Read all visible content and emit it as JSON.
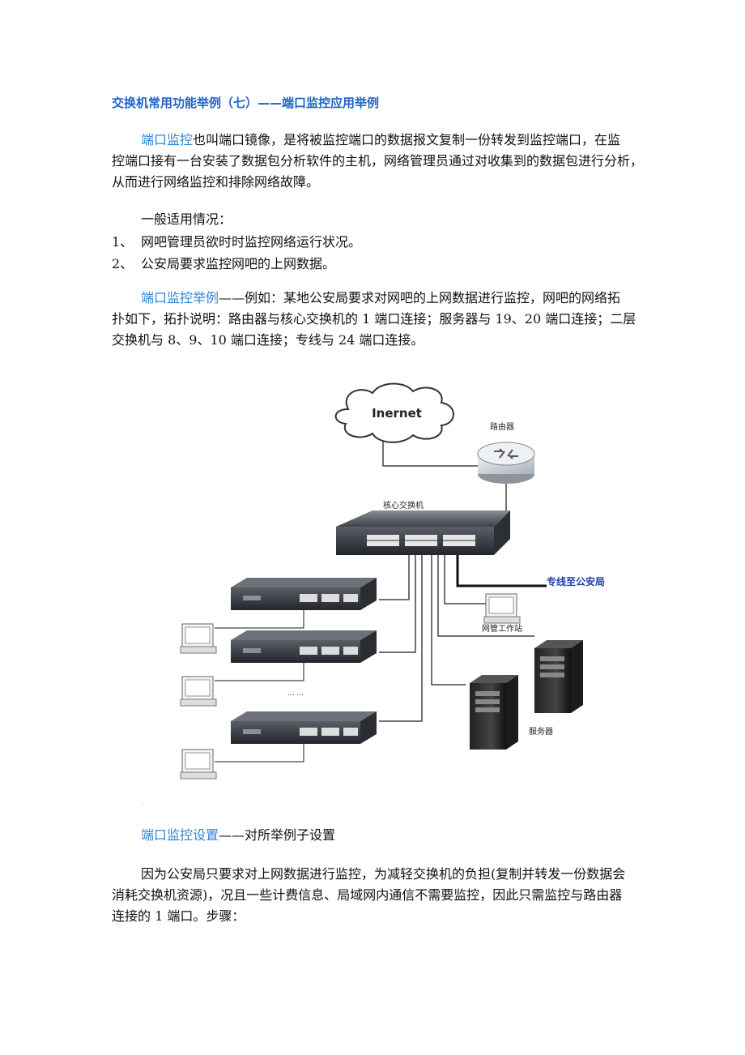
{
  "doc": {
    "title": "交换机常用功能举例（七）——端口监控应用举例",
    "intro": {
      "link": "端口监控",
      "line1": "也叫端口镜像，是将被监控端口的数据报文复制一份转发到监控端口，在监",
      "line2": "控端口接有一台安装了数据包分析软件的主机，网络管理员通过对收集到的数据包进行分析，",
      "line3": "从而进行网络监控和排除网络故障。"
    },
    "usage_heading": "一般适用情况：",
    "usage_items": [
      {
        "num": "1、",
        "text": "网吧管理员欲时时监控网络运行状况。"
      },
      {
        "num": "2、",
        "text": "公安局要求监控网吧的上网数据。"
      }
    ],
    "example": {
      "link": "端口监控举例",
      "line1": "——例如：某地公安局要求对网吧的上网数据进行监控，网吧的网络拓",
      "line2": "扑如下，拓扑说明：路由器与核心交换机的 1 端口连接；服务器与 19、20 端口连接；二层",
      "line3": "交换机与 8、9、10 端口连接；专线与 24 端口连接。"
    },
    "diagram": {
      "internet": "Inernet",
      "router": "路由器",
      "core_switch": "核心交换机",
      "dedicated_line": "专线至公安局",
      "workstation": "网管工作站",
      "server": "服务器",
      "ellipsis": "... ...",
      "accent_blue": "#1f3fb0"
    },
    "setup": {
      "link": "端口监控设置",
      "text": "——对所举例子设置"
    },
    "reason": {
      "line1": "因为公安局只要求对上网数据进行监控，为减轻交换机的负担(复制并转发一份数据会",
      "line2": "消耗交换机资源)，况且一些计费信息、局域网内通信不需要监控，因此只需监控与路由器",
      "line3": "连接的 1 端口。步骤："
    }
  }
}
